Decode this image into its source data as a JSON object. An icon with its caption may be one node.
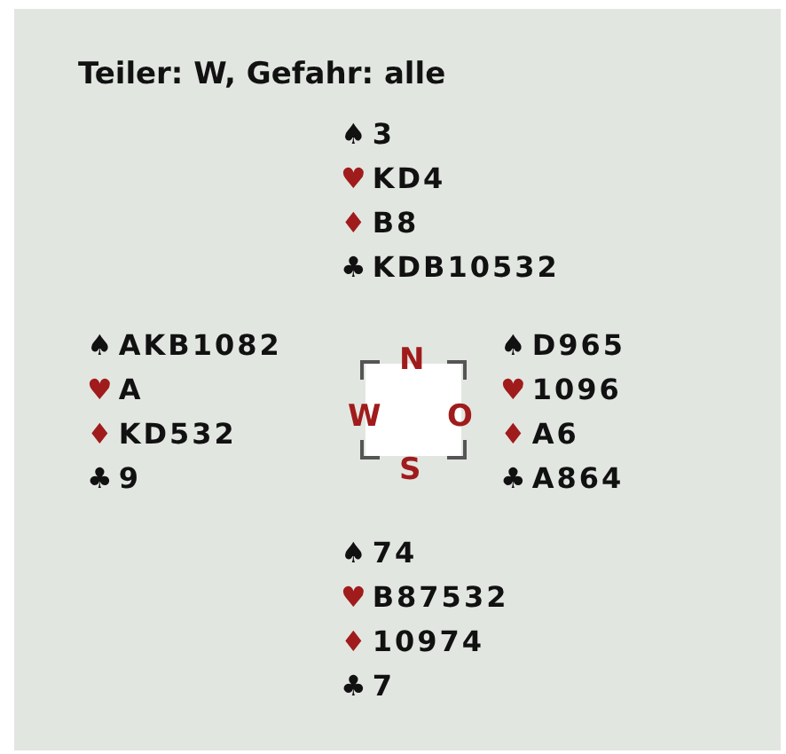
{
  "diagram": {
    "title": "Teiler: W, Gefahr: alle",
    "nodes": [
      {
        "text": [
          "N",
          "W",
          "O",
          "S"
        ]
      }
    ],
    "labels": [
      "♠3",
      "♥KD4",
      "♦B8",
      "♣KDB10532",
      "♠AKB1082",
      "♥A",
      "♦KD532",
      "♣9",
      "♠D965",
      "♥1096",
      "♦A6",
      "♣A864",
      "♠74",
      "♥B87532",
      "♦10974",
      "♣7"
    ]
  }
}
